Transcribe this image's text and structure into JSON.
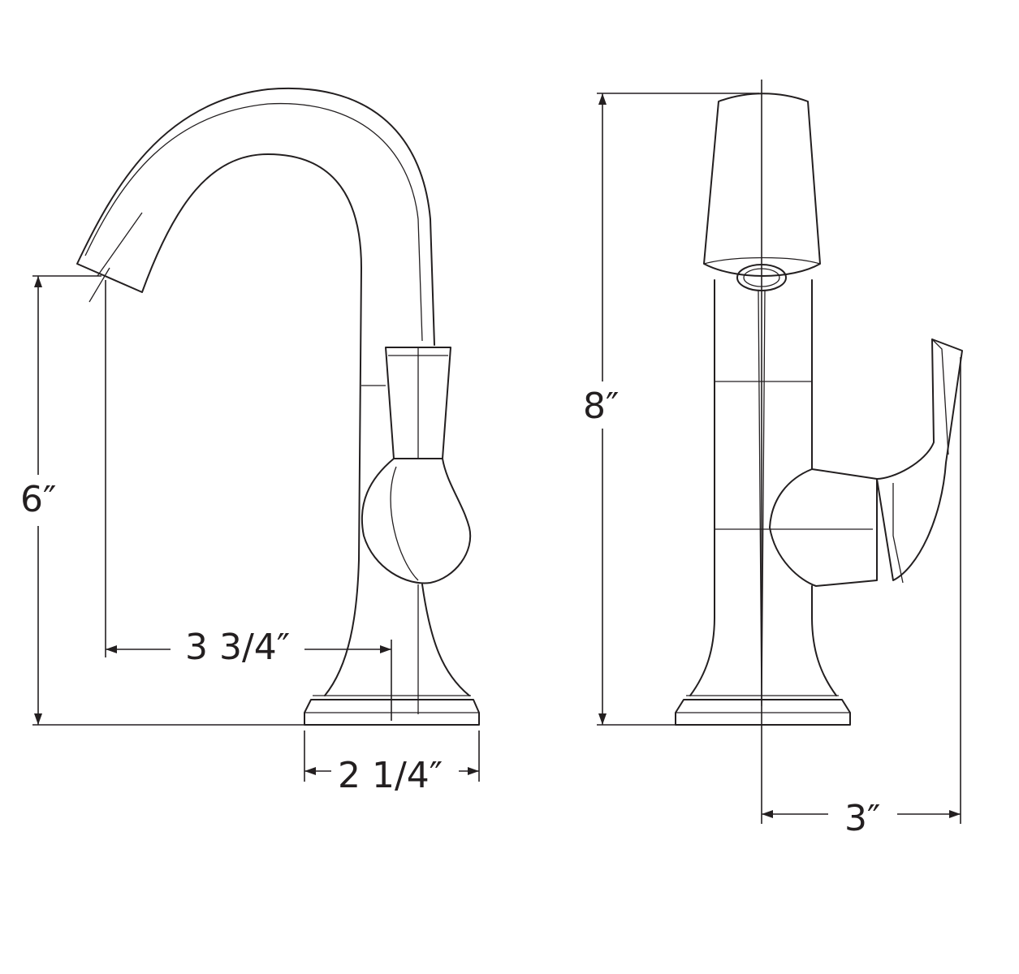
{
  "dimensions": {
    "spout_height": "6″",
    "spout_reach": "3 3/4″",
    "base_width": "2 1/4″",
    "overall_height": "8″",
    "handle_depth": "3″"
  },
  "colors": {
    "line": "#231f20",
    "background": "#ffffff"
  }
}
